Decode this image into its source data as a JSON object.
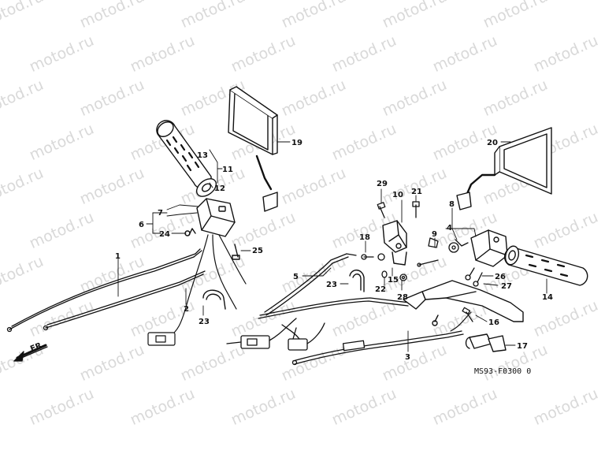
{
  "watermark": "motod.ru",
  "diagram_code": "MS93-F0300 0",
  "front_label": "FR.",
  "colors": {
    "line": "#111111",
    "watermark": "#d9d9d9",
    "background": "#ffffff"
  },
  "callouts": {
    "c1": "1",
    "c2": "2",
    "c3": "3",
    "c4": "4",
    "c5": "5",
    "c6": "6",
    "c7": "7",
    "c8": "8",
    "c9": "9",
    "c10": "10",
    "c11": "11",
    "c12": "12",
    "c13": "13",
    "c14": "14",
    "c15": "15",
    "c16": "16",
    "c17": "17",
    "c18": "18",
    "c19": "19",
    "c20": "20",
    "c21": "21",
    "c22": "22",
    "c23": "23",
    "c24": "24",
    "c25": "25",
    "c26": "26",
    "c27": "27",
    "c28": "28",
    "c29": "29"
  }
}
